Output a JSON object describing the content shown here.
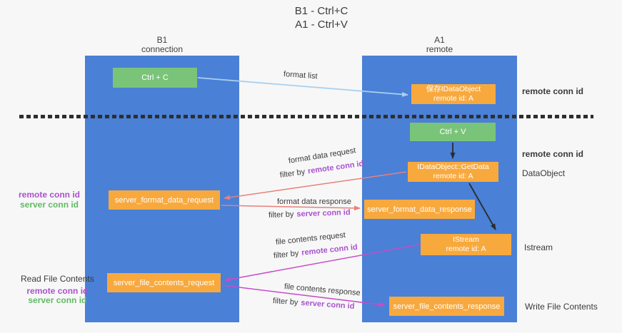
{
  "title": {
    "line1": "B1 - Ctrl+C",
    "line2": "A1 - Ctrl+V"
  },
  "columns": {
    "left": {
      "name": "B1",
      "role": "connection"
    },
    "right": {
      "name": "A1",
      "role": "remote"
    }
  },
  "boxes": {
    "ctrl_c": {
      "label": "Ctrl + C"
    },
    "save_dataobject": {
      "line1": "保存IDataObject",
      "line2": "remote id: A"
    },
    "ctrl_v": {
      "label": "Ctrl + V"
    },
    "getdata": {
      "line1": "IDataObject::GetData",
      "line2": "remote id: A"
    },
    "istream": {
      "line1": "IStream",
      "line2": "remote id: A"
    },
    "format_request": {
      "label": "server_format_data_request"
    },
    "format_response": {
      "label": "server_format_data_response"
    },
    "file_request": {
      "label": "server_file_contents_request"
    },
    "file_response": {
      "label": "server_file_contents_response"
    }
  },
  "flow_labels": {
    "format_list": "format list",
    "format_data_request": "format data request",
    "format_data_response": "format data response",
    "file_contents_request": "file contents request",
    "file_contents_response": "file contents response",
    "filter_by": "filter by",
    "remote_conn_id": "remote conn id",
    "server_conn_id": "server conn id"
  },
  "side_labels": {
    "left_mid_remote": "remote conn id",
    "left_mid_server": "server conn id",
    "read_file_contents": "Read File Contents",
    "left_bottom_remote": "remote conn id",
    "left_bottom_server": "server conn id",
    "right_top_remote": "remote conn id",
    "right_mid_remote": "remote conn id",
    "dataobject": "DataObject",
    "istream": "Istream",
    "write_file_contents": "Write File Contents"
  },
  "colors": {
    "background": "#f7f7f8",
    "column_blue": "#4a80d6",
    "box_green": "#7ac47a",
    "box_orange": "#f8a93e",
    "remote_conn_purple": "#a951cd",
    "server_conn_green": "#62ba62",
    "arrow_lightblue": "#a9d0ee",
    "arrow_red": "#e8807a",
    "arrow_magenta": "#ca4bc8",
    "arrow_black": "#2b2b2b",
    "dashed_line": "#2e2e2e"
  }
}
